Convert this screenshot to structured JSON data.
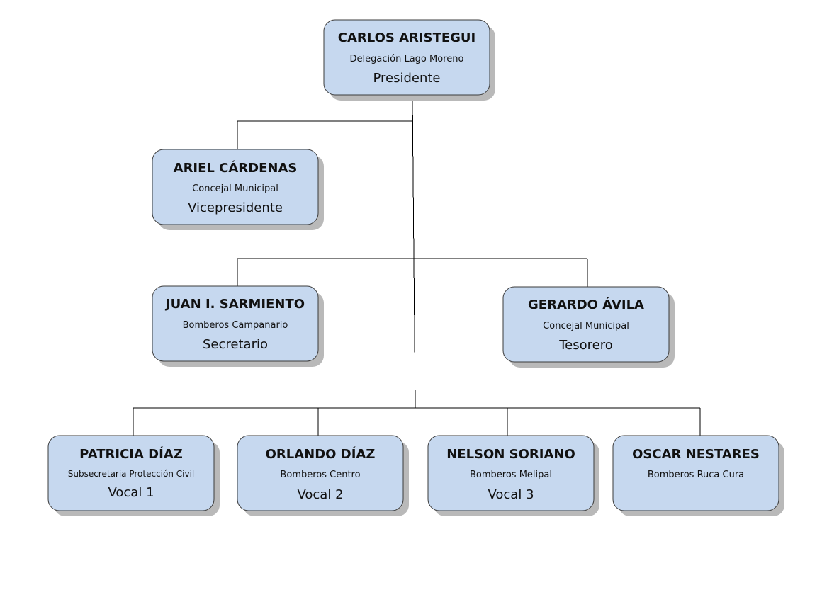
{
  "nodes": [
    {
      "id": "president",
      "name": "CARLOS ARISTEGUI",
      "org": "Delegación Lago Moreno",
      "role": "Presidente"
    },
    {
      "id": "vicepresident",
      "name": "ARIEL CÁRDENAS",
      "org": "Concejal Municipal",
      "role": "Vicepresidente"
    },
    {
      "id": "secretary",
      "name": "JUAN I. SARMIENTO",
      "org": "Bomberos Campanario",
      "role": "Secretario"
    },
    {
      "id": "treasurer",
      "name": "GERARDO ÁVILA",
      "org": "Concejal Municipal",
      "role": "Tesorero"
    },
    {
      "id": "vocal-1",
      "name": "PATRICIA DÍAZ",
      "org": "Subsecretaria Protección Civil",
      "role": "Vocal 1"
    },
    {
      "id": "vocal-2",
      "name": "ORLANDO DÍAZ",
      "org": "Bomberos Centro",
      "role": "Vocal 2"
    },
    {
      "id": "vocal-3",
      "name": "NELSON SORIANO",
      "org": "Bomberos Melipal",
      "role": "Vocal 3"
    },
    {
      "id": "vocal-4",
      "name": "OSCAR NESTARES",
      "org": "Bomberos Ruca Cura",
      "role": ""
    }
  ],
  "colors": {
    "box_fill": "#c6d8ef",
    "box_border": "#3b3b3b",
    "shadow": "#b9b9b9",
    "connector": "#000000",
    "text": "#111111"
  }
}
